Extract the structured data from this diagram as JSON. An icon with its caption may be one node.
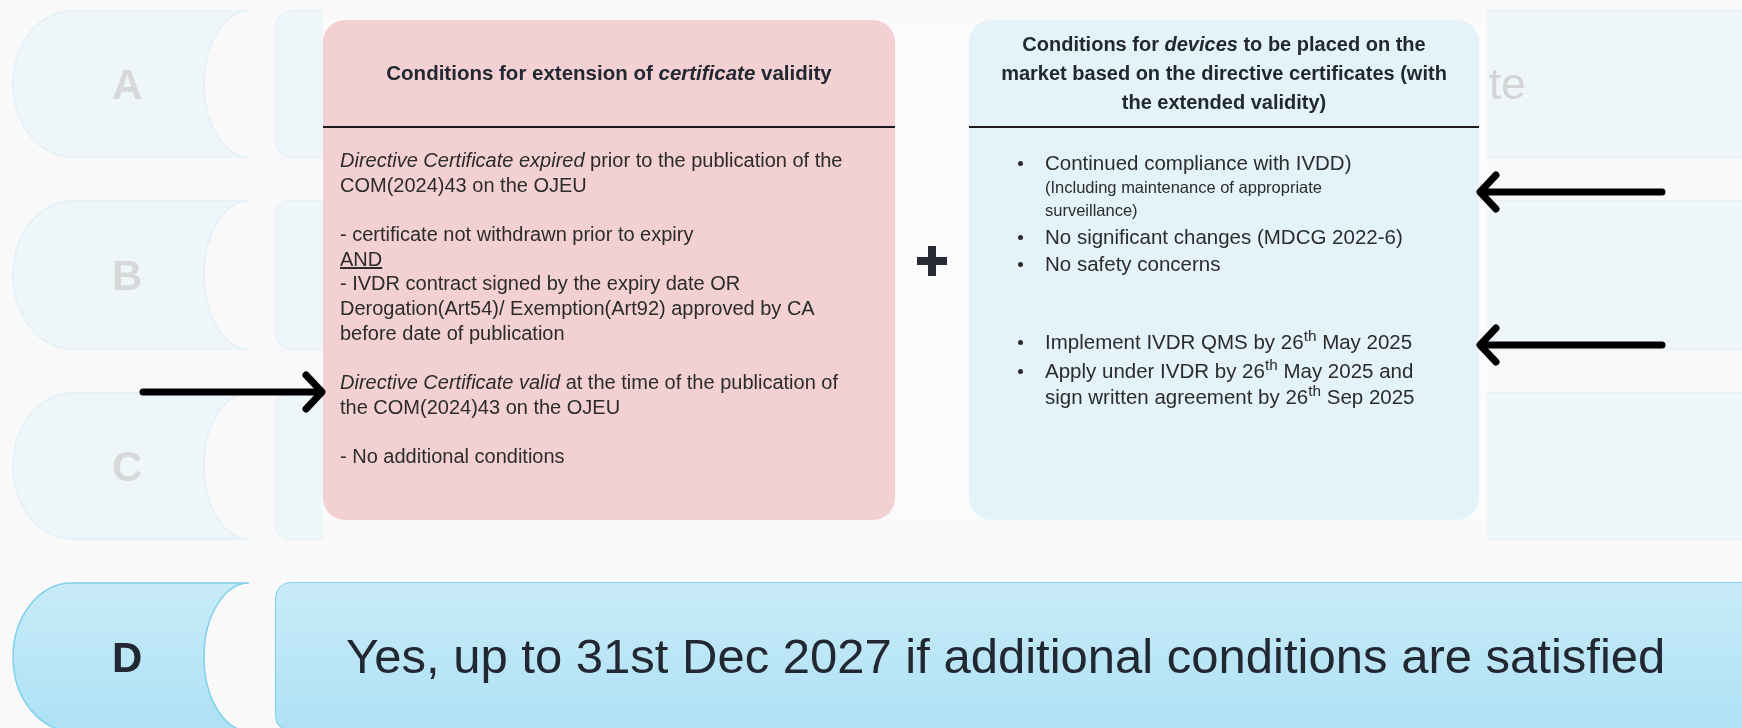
{
  "diagram": {
    "nodes": [
      {
        "text": [
          "A"
        ]
      },
      {
        "text": [
          "te"
        ]
      },
      {
        "text": [
          "Conditions for extension of *certificate* validity",
          "*Directive Certificate expired* prior to the publication of the COM(2024)43 on the OJEU",
          "- certificate not withdrawn prior to expiry",
          "AND",
          "- IVDR contract signed by the expiry date OR Derogation(Art54)/ Exemption(Art92) approved by CA before date of publication",
          "*Directive Certificate valid* at the time of the publication of the COM(2024)43 on the OJEU",
          "- No additional conditions"
        ]
      },
      {
        "text": [
          "Conditions for *devices* to be placed on the market based on the directive certificates (with the extended validity)",
          "Continued compliance with IVDD)",
          "(Including maintenance of appropriate surveillance)",
          "No significant changes (MDCG 2022-6)",
          "No safety concerns",
          "Implement IVDR QMS by 26$^{th}$ May 2025",
          "Apply under IVDR by 26$^{th}$ May 2025 and sign written agreement by 26$^{th}$ Sep 2025"
        ]
      },
      {
        "text": [
          "B"
        ]
      },
      {
        "text": [],
        "shape": "box"
      },
      {
        "text": [
          "C"
        ]
      },
      {
        "text": [],
        "shape": "box"
      },
      {
        "text": [
          "D"
        ]
      },
      {
        "text": [
          "Yes, up to 31st Dec 2027 if additional conditions are satisfied"
        ]
      }
    ],
    "edges": [
      {
        "from": 6,
        "to": 2,
        "arrow": "to"
      },
      {
        "from": 5,
        "to": 3,
        "arrow": "to"
      },
      {
        "from": 5,
        "to": 3,
        "arrow": "to"
      }
    ]
  }
}
